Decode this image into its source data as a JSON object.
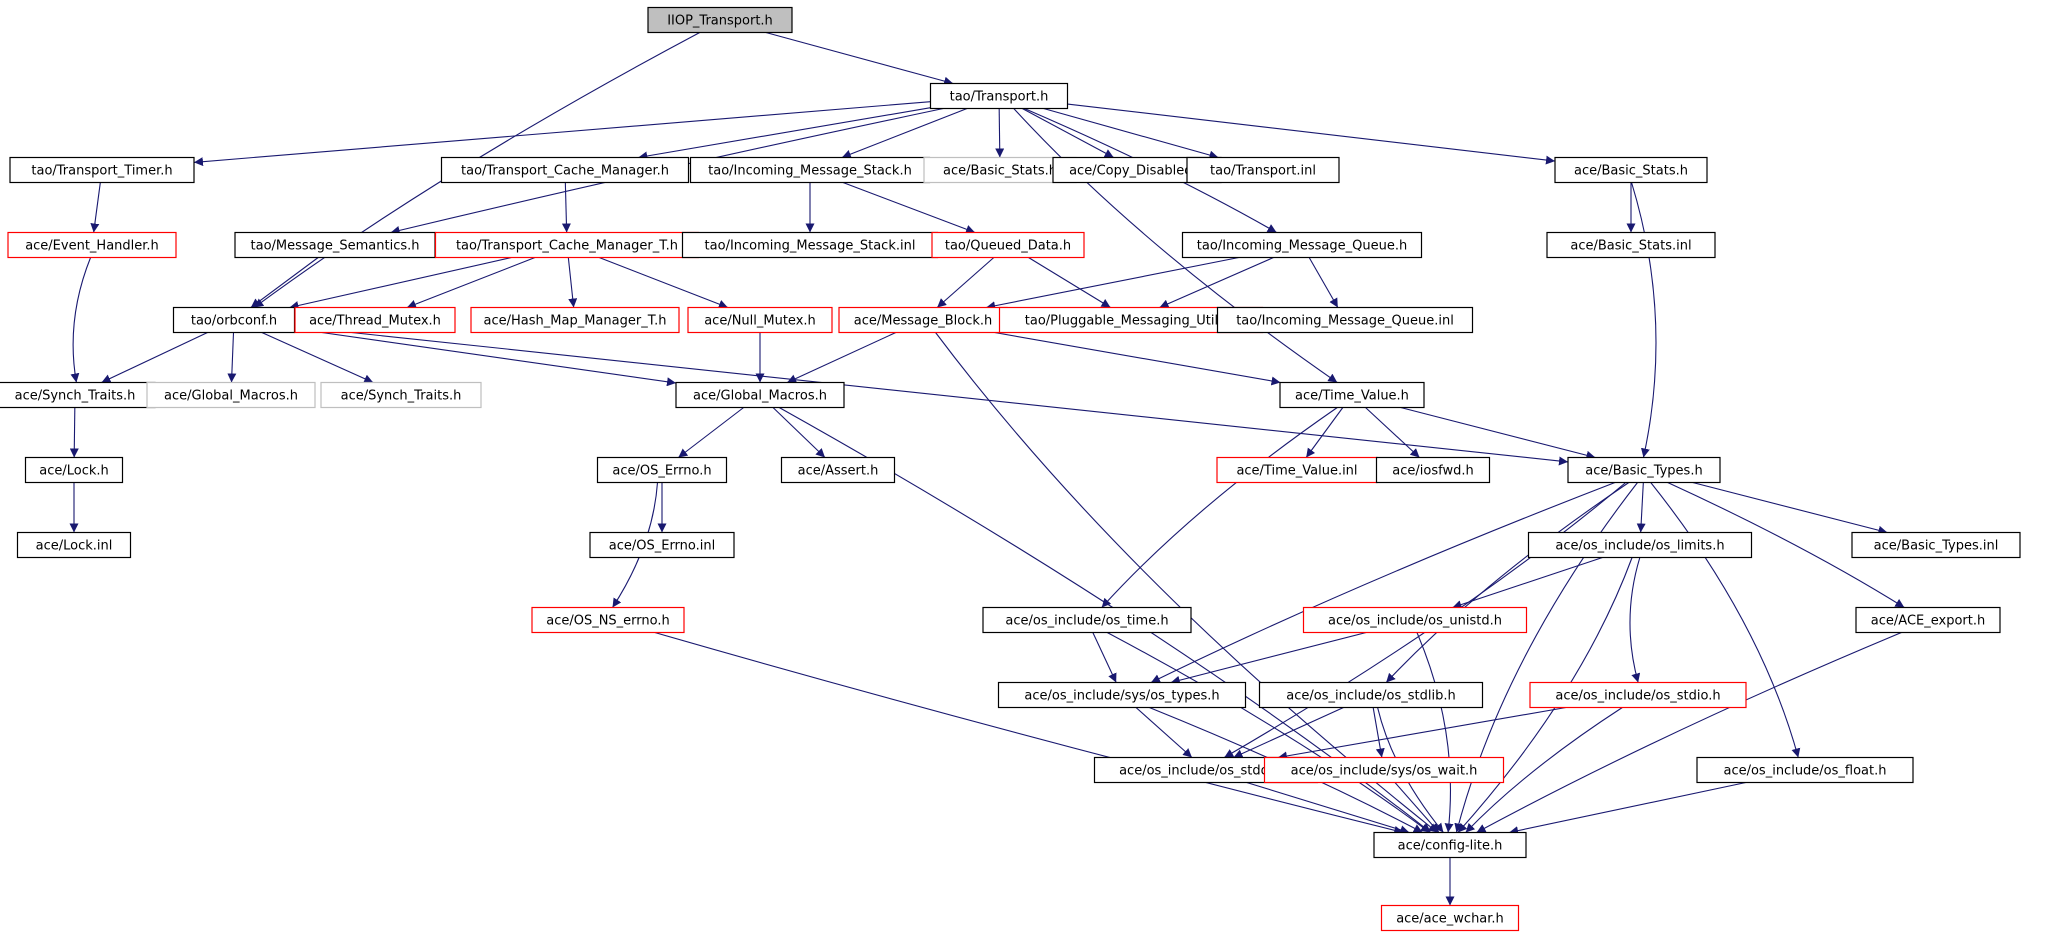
{
  "colors": {
    "edge": "#191970",
    "border_normal": "#000000",
    "border_truncated": "#ff0000",
    "border_hidden": "#bfbfbf",
    "root_fill": "#bfbfbf"
  },
  "nodes": [
    {
      "id": "iiop_transport",
      "label": "IIOP_Transport.h",
      "kind": "root"
    },
    {
      "id": "tao_transport",
      "label": "tao/Transport.h",
      "kind": "normal"
    },
    {
      "id": "tao_transport_timer",
      "label": "tao/Transport_Timer.h",
      "kind": "normal"
    },
    {
      "id": "tao_tcm",
      "label": "tao/Transport_Cache_Manager.h",
      "kind": "normal"
    },
    {
      "id": "tao_ims",
      "label": "tao/Incoming_Message_Stack.h",
      "kind": "normal"
    },
    {
      "id": "ace_basic_stats_gray",
      "label": "ace/Basic_Stats.h",
      "kind": "gray"
    },
    {
      "id": "ace_copy_disabled",
      "label": "ace/Copy_Disabled.h",
      "kind": "normal"
    },
    {
      "id": "tao_transport_inl",
      "label": "tao/Transport.inl",
      "kind": "normal"
    },
    {
      "id": "ace_basic_stats",
      "label": "ace/Basic_Stats.h",
      "kind": "normal"
    },
    {
      "id": "ace_event_handler",
      "label": "ace/Event_Handler.h",
      "kind": "red"
    },
    {
      "id": "tao_msg_semantics",
      "label": "tao/Message_Semantics.h",
      "kind": "normal"
    },
    {
      "id": "tao_tcm_t",
      "label": "tao/Transport_Cache_Manager_T.h",
      "kind": "red"
    },
    {
      "id": "tao_ims_inl",
      "label": "tao/Incoming_Message_Stack.inl",
      "kind": "normal"
    },
    {
      "id": "tao_queued_data",
      "label": "tao/Queued_Data.h",
      "kind": "red"
    },
    {
      "id": "tao_imq",
      "label": "tao/Incoming_Message_Queue.h",
      "kind": "normal"
    },
    {
      "id": "ace_basic_stats_inl",
      "label": "ace/Basic_Stats.inl",
      "kind": "normal"
    },
    {
      "id": "tao_orbconf",
      "label": "tao/orbconf.h",
      "kind": "normal"
    },
    {
      "id": "ace_thread_mutex",
      "label": "ace/Thread_Mutex.h",
      "kind": "red"
    },
    {
      "id": "ace_hash_map",
      "label": "ace/Hash_Map_Manager_T.h",
      "kind": "red"
    },
    {
      "id": "ace_null_mutex",
      "label": "ace/Null_Mutex.h",
      "kind": "red"
    },
    {
      "id": "ace_message_block",
      "label": "ace/Message_Block.h",
      "kind": "red"
    },
    {
      "id": "tao_pmu",
      "label": "tao/Pluggable_Messaging_Utils.h",
      "kind": "red"
    },
    {
      "id": "tao_imq_inl",
      "label": "tao/Incoming_Message_Queue.inl",
      "kind": "normal"
    },
    {
      "id": "ace_synch_traits",
      "label": "ace/Synch_Traits.h",
      "kind": "normal"
    },
    {
      "id": "ace_global_macros_gray",
      "label": "ace/Global_Macros.h",
      "kind": "gray"
    },
    {
      "id": "ace_synch_traits_gray",
      "label": "ace/Synch_Traits.h",
      "kind": "gray"
    },
    {
      "id": "ace_global_macros",
      "label": "ace/Global_Macros.h",
      "kind": "normal"
    },
    {
      "id": "ace_time_value",
      "label": "ace/Time_Value.h",
      "kind": "normal"
    },
    {
      "id": "ace_lock",
      "label": "ace/Lock.h",
      "kind": "normal"
    },
    {
      "id": "ace_os_errno",
      "label": "ace/OS_Errno.h",
      "kind": "normal"
    },
    {
      "id": "ace_assert",
      "label": "ace/Assert.h",
      "kind": "normal"
    },
    {
      "id": "ace_time_value_inl",
      "label": "ace/Time_Value.inl",
      "kind": "red"
    },
    {
      "id": "ace_iosfwd",
      "label": "ace/iosfwd.h",
      "kind": "normal"
    },
    {
      "id": "ace_basic_types",
      "label": "ace/Basic_Types.h",
      "kind": "normal"
    },
    {
      "id": "ace_lock_inl",
      "label": "ace/Lock.inl",
      "kind": "normal"
    },
    {
      "id": "ace_os_errno_inl",
      "label": "ace/OS_Errno.inl",
      "kind": "normal"
    },
    {
      "id": "ace_os_limits",
      "label": "ace/os_include/os_limits.h",
      "kind": "normal"
    },
    {
      "id": "ace_basic_types_inl",
      "label": "ace/Basic_Types.inl",
      "kind": "normal"
    },
    {
      "id": "ace_os_ns_errno",
      "label": "ace/OS_NS_errno.h",
      "kind": "red"
    },
    {
      "id": "ace_os_time",
      "label": "ace/os_include/os_time.h",
      "kind": "normal"
    },
    {
      "id": "ace_os_unistd",
      "label": "ace/os_include/os_unistd.h",
      "kind": "red"
    },
    {
      "id": "ace_ace_export",
      "label": "ace/ACE_export.h",
      "kind": "normal"
    },
    {
      "id": "ace_sys_os_types",
      "label": "ace/os_include/sys/os_types.h",
      "kind": "normal"
    },
    {
      "id": "ace_os_stdlib",
      "label": "ace/os_include/os_stdlib.h",
      "kind": "normal"
    },
    {
      "id": "ace_os_stdio",
      "label": "ace/os_include/os_stdio.h",
      "kind": "red"
    },
    {
      "id": "ace_os_stddef",
      "label": "ace/os_include/os_stddef.h",
      "kind": "normal"
    },
    {
      "id": "ace_sys_os_wait",
      "label": "ace/os_include/sys/os_wait.h",
      "kind": "red"
    },
    {
      "id": "ace_os_float",
      "label": "ace/os_include/os_float.h",
      "kind": "normal"
    },
    {
      "id": "ace_config_lite",
      "label": "ace/config-lite.h",
      "kind": "normal"
    },
    {
      "id": "ace_ace_wchar",
      "label": "ace/ace_wchar.h",
      "kind": "red"
    }
  ],
  "edges": [
    [
      "iiop_transport",
      "tao_transport"
    ],
    [
      "iiop_transport",
      "tao_orbconf"
    ],
    [
      "tao_transport",
      "tao_transport_timer"
    ],
    [
      "tao_transport",
      "tao_tcm"
    ],
    [
      "tao_transport",
      "tao_ims"
    ],
    [
      "tao_transport",
      "ace_basic_stats_gray"
    ],
    [
      "tao_transport",
      "ace_copy_disabled"
    ],
    [
      "tao_transport",
      "tao_transport_inl"
    ],
    [
      "tao_transport",
      "ace_basic_stats"
    ],
    [
      "tao_transport",
      "tao_msg_semantics"
    ],
    [
      "tao_transport",
      "tao_imq"
    ],
    [
      "tao_transport",
      "ace_time_value"
    ],
    [
      "tao_transport_timer",
      "ace_event_handler"
    ],
    [
      "ace_event_handler",
      "ace_synch_traits"
    ],
    [
      "tao_tcm",
      "tao_tcm_t"
    ],
    [
      "tao_tcm_t",
      "tao_orbconf"
    ],
    [
      "tao_tcm_t",
      "ace_thread_mutex"
    ],
    [
      "tao_tcm_t",
      "ace_hash_map"
    ],
    [
      "tao_tcm_t",
      "ace_null_mutex"
    ],
    [
      "tao_msg_semantics",
      "tao_orbconf"
    ],
    [
      "tao_ims",
      "tao_ims_inl"
    ],
    [
      "tao_ims",
      "tao_queued_data"
    ],
    [
      "tao_queued_data",
      "ace_message_block"
    ],
    [
      "tao_queued_data",
      "tao_pmu"
    ],
    [
      "tao_imq",
      "ace_message_block"
    ],
    [
      "tao_imq",
      "tao_pmu"
    ],
    [
      "tao_imq",
      "tao_imq_inl"
    ],
    [
      "ace_basic_stats",
      "ace_basic_stats_inl"
    ],
    [
      "ace_basic_stats",
      "ace_basic_types"
    ],
    [
      "tao_orbconf",
      "ace_synch_traits"
    ],
    [
      "tao_orbconf",
      "ace_global_macros_gray"
    ],
    [
      "tao_orbconf",
      "ace_synch_traits_gray"
    ],
    [
      "tao_orbconf",
      "ace_global_macros"
    ],
    [
      "tao_orbconf",
      "ace_basic_types"
    ],
    [
      "ace_null_mutex",
      "ace_global_macros"
    ],
    [
      "ace_message_block",
      "ace_global_macros"
    ],
    [
      "ace_message_block",
      "ace_time_value"
    ],
    [
      "ace_message_block",
      "ace_config_lite"
    ],
    [
      "ace_synch_traits",
      "ace_lock"
    ],
    [
      "ace_lock",
      "ace_lock_inl"
    ],
    [
      "ace_global_macros",
      "ace_os_errno"
    ],
    [
      "ace_global_macros",
      "ace_assert"
    ],
    [
      "ace_global_macros",
      "ace_config_lite"
    ],
    [
      "ace_os_errno",
      "ace_os_errno_inl"
    ],
    [
      "ace_os_errno",
      "ace_os_ns_errno"
    ],
    [
      "ace_os_ns_errno",
      "ace_config_lite"
    ],
    [
      "ace_time_value",
      "ace_time_value_inl"
    ],
    [
      "ace_time_value",
      "ace_iosfwd"
    ],
    [
      "ace_time_value",
      "ace_basic_types"
    ],
    [
      "ace_time_value",
      "ace_os_time"
    ],
    [
      "ace_basic_types",
      "ace_os_limits"
    ],
    [
      "ace_basic_types",
      "ace_basic_types_inl"
    ],
    [
      "ace_basic_types",
      "ace_ace_export"
    ],
    [
      "ace_basic_types",
      "ace_sys_os_types"
    ],
    [
      "ace_basic_types",
      "ace_os_stddef"
    ],
    [
      "ace_basic_types",
      "ace_os_stdlib"
    ],
    [
      "ace_basic_types",
      "ace_os_float"
    ],
    [
      "ace_basic_types",
      "ace_config_lite"
    ],
    [
      "ace_os_limits",
      "ace_os_unistd"
    ],
    [
      "ace_os_limits",
      "ace_os_stdio"
    ],
    [
      "ace_os_limits",
      "ace_config_lite"
    ],
    [
      "ace_os_unistd",
      "ace_sys_os_types"
    ],
    [
      "ace_os_unistd",
      "ace_config_lite"
    ],
    [
      "ace_os_time",
      "ace_sys_os_types"
    ],
    [
      "ace_os_time",
      "ace_config_lite"
    ],
    [
      "ace_sys_os_types",
      "ace_os_stddef"
    ],
    [
      "ace_sys_os_types",
      "ace_config_lite"
    ],
    [
      "ace_os_stdlib",
      "ace_os_stddef"
    ],
    [
      "ace_os_stdlib",
      "ace_sys_os_wait"
    ],
    [
      "ace_os_stdlib",
      "ace_config_lite"
    ],
    [
      "ace_os_stdio",
      "ace_os_stddef"
    ],
    [
      "ace_os_stdio",
      "ace_config_lite"
    ],
    [
      "ace_os_stddef",
      "ace_config_lite"
    ],
    [
      "ace_sys_os_wait",
      "ace_config_lite"
    ],
    [
      "ace_os_float",
      "ace_config_lite"
    ],
    [
      "ace_ace_export",
      "ace_config_lite"
    ],
    [
      "ace_config_lite",
      "ace_ace_wchar"
    ]
  ]
}
